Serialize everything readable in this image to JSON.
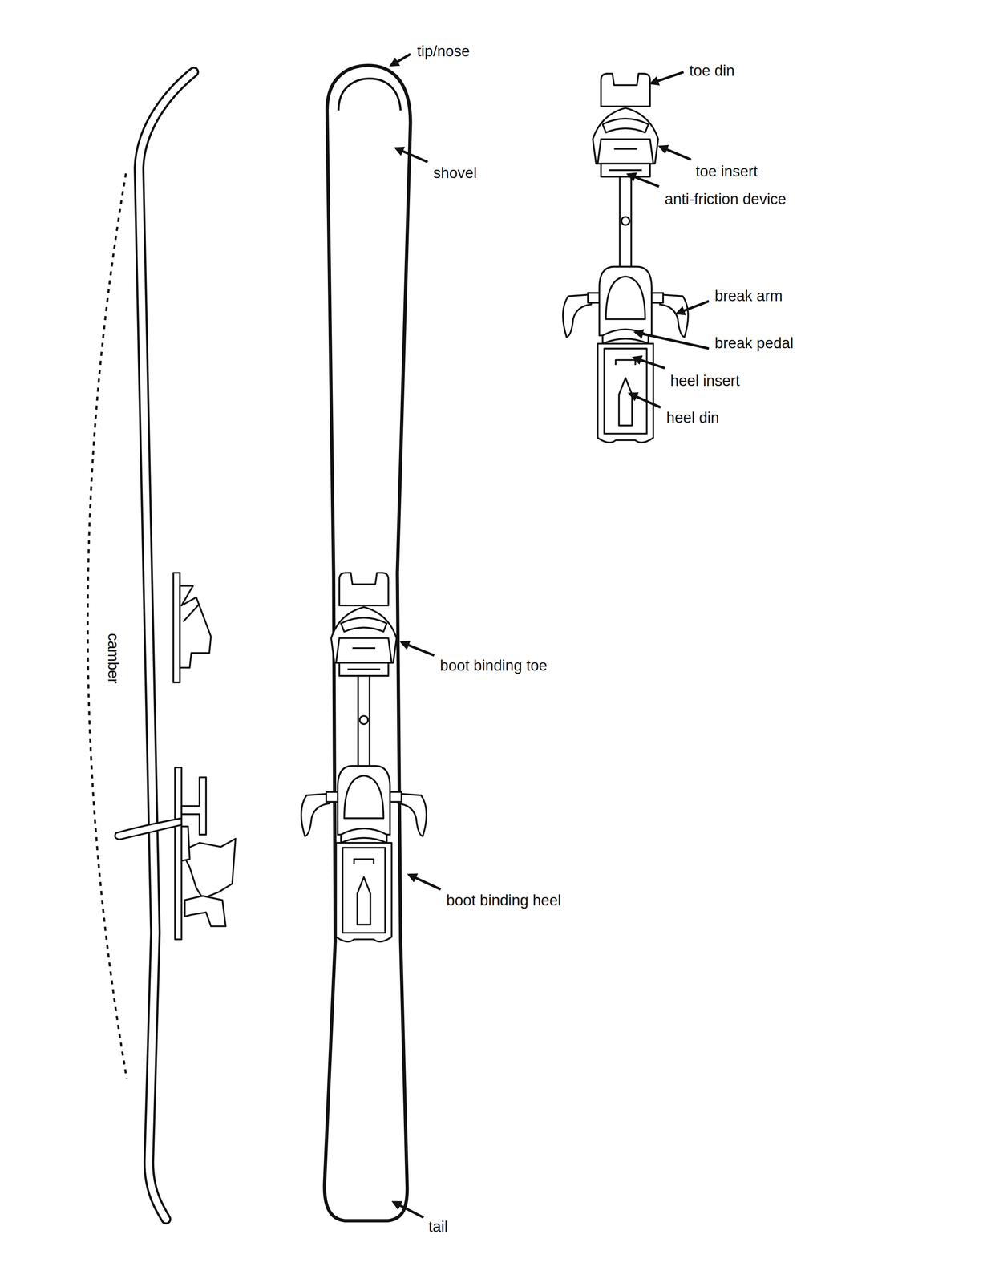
{
  "diagram": {
    "labels": [
      "tip/nose",
      "shovel",
      "toe din",
      "toe insert",
      "anti-friction device",
      "break arm",
      "break pedal",
      "heel insert",
      "heel din",
      "camber",
      "boot binding toe",
      "boot binding heel",
      "tail"
    ]
  }
}
